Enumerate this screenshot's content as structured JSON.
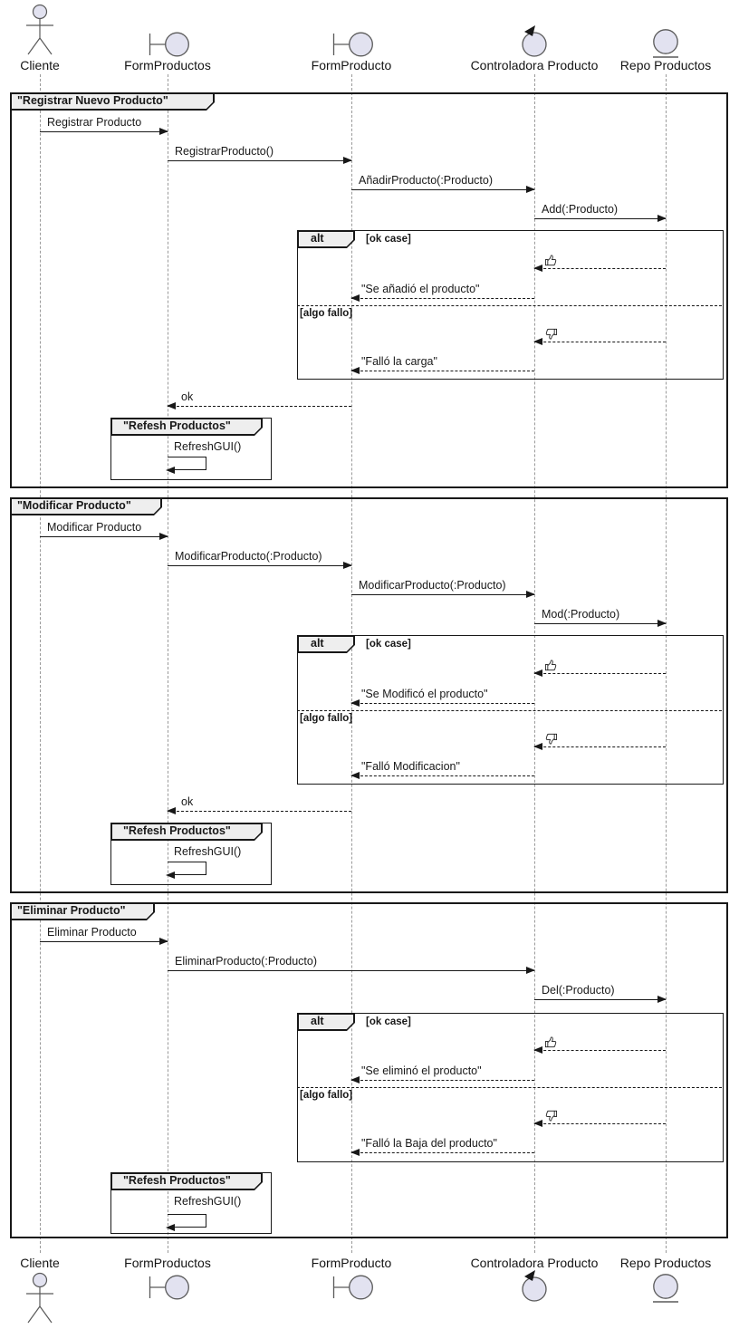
{
  "colors": {
    "participant_fill": "#E2E2F0",
    "participant_stroke": "#5A5A5A",
    "frame_border": "#181818",
    "tab_fill": "#EEEEEE",
    "lifeline": "#9A9A9A",
    "text": "#181818"
  },
  "participants": [
    {
      "name": "Cliente",
      "type": "actor"
    },
    {
      "name": "FormProductos",
      "type": "boundary"
    },
    {
      "name": "FormProducto",
      "type": "boundary"
    },
    {
      "name": "Controladora Producto",
      "type": "control"
    },
    {
      "name": "Repo Productos",
      "type": "entity"
    }
  ],
  "frames": [
    {
      "title": "\"Registrar Nuevo Producto\"",
      "alt_label": "alt",
      "guard_ok": "[ok case]",
      "guard_fail": "[algo fallo]",
      "messages": {
        "m1": "Registrar Producto",
        "m2": "RegistrarProducto()",
        "m3": "AñadirProducto(:Producto)",
        "m4": "Add(:Producto)",
        "ok_reply": "\"Se añadió el producto\"",
        "fail_reply": "\"Falló la carga\"",
        "return_ok": "ok"
      },
      "ok_icon": "thumbs-up",
      "fail_icon": "thumbs-down",
      "refresh_title": "\"Refesh Productos\"",
      "refresh_message": "RefreshGUI()"
    },
    {
      "title": "\"Modificar Producto\"",
      "alt_label": "alt",
      "guard_ok": "[ok case]",
      "guard_fail": "[algo fallo]",
      "messages": {
        "m1": "Modificar Producto",
        "m2": "ModificarProducto(:Producto)",
        "m3": "ModificarProducto(:Producto)",
        "m4": "Mod(:Producto)",
        "ok_reply": "\"Se Modificó el producto\"",
        "fail_reply": "\"Falló Modificacion\"",
        "return_ok": "ok"
      },
      "ok_icon": "thumbs-up",
      "fail_icon": "thumbs-down",
      "refresh_title": "\"Refesh Productos\"",
      "refresh_message": "RefreshGUI()"
    },
    {
      "title": "\"Eliminar Producto\"",
      "alt_label": "alt",
      "guard_ok": "[ok case]",
      "guard_fail": "[algo fallo]",
      "messages": {
        "m1": "Eliminar Producto",
        "m2": "EliminarProducto(:Producto)",
        "m3": "Del(:Producto)",
        "ok_reply": "\"Se eliminó el producto\"",
        "fail_reply": "\"Falló la Baja del producto\""
      },
      "ok_icon": "thumbs-up",
      "fail_icon": "thumbs-down",
      "refresh_title": "\"Refesh Productos\"",
      "refresh_message": "RefreshGUI()"
    }
  ]
}
